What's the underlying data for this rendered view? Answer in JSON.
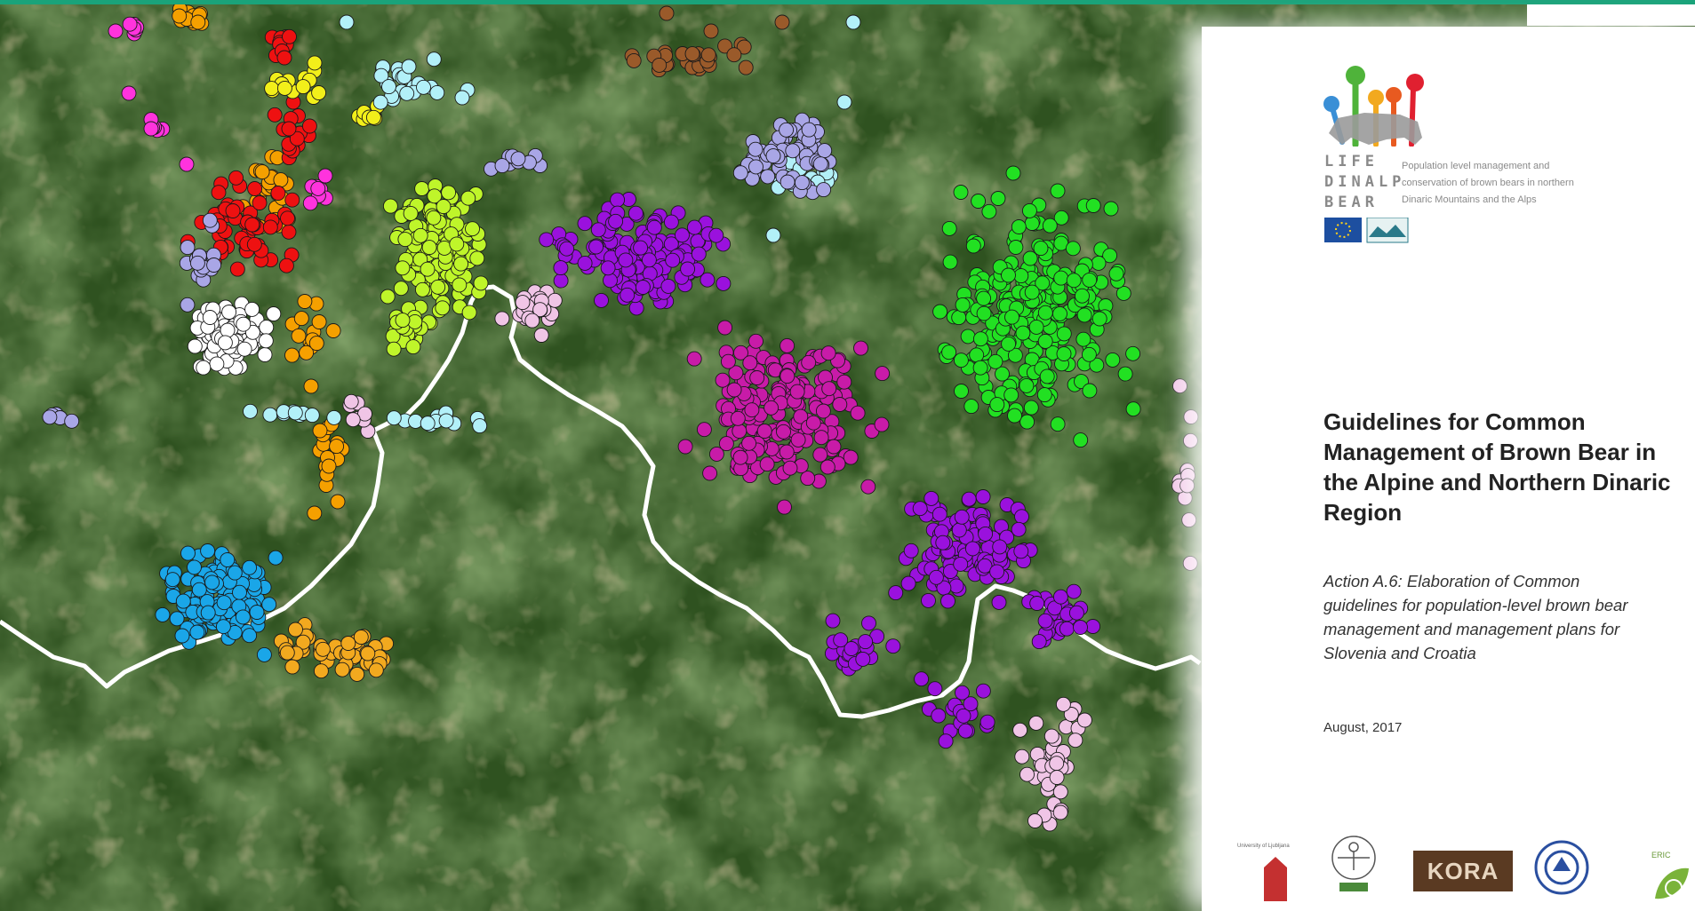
{
  "document": {
    "logo": {
      "line1": "LIFE",
      "line2": "DINALP",
      "line3": "BEAR"
    },
    "tagline": "Population level management and conservation of brown bears in northern Dinaric Mountains and the Alps",
    "title": "Guidelines for Common Management of Brown Bear in the Alpine and Northern Dinaric Region",
    "subtitle": "Action A.6: Elaboration of Common guidelines for population-level brown bear management and management plans for Slovenia and Croatia",
    "date": "August, 2017",
    "partners": {
      "university": "University of Ljubljana",
      "kora": "KORA",
      "right_edge": "ERIC"
    }
  },
  "map": {
    "colors": {
      "forest": "#2f5220",
      "border_line": "#ffffff",
      "top_bar": "#1aa37a",
      "document_bg": "#ffffff"
    },
    "clusters": [
      {
        "name": "magenta",
        "color": "#ff33dd"
      },
      {
        "name": "orange",
        "color": "#f5a000"
      },
      {
        "name": "red",
        "color": "#ee1111"
      },
      {
        "name": "yellow",
        "color": "#f2ef1a"
      },
      {
        "name": "light-cyan",
        "color": "#b2f0f8"
      },
      {
        "name": "brown",
        "color": "#9a5a2a"
      },
      {
        "name": "lavender",
        "color": "#a9a6e6"
      },
      {
        "name": "white",
        "color": "#ffffff"
      },
      {
        "name": "lime",
        "color": "#bff52a"
      },
      {
        "name": "violet",
        "color": "#9a11dd"
      },
      {
        "name": "pink",
        "color": "#f0c5e6"
      },
      {
        "name": "dark-magenta",
        "color": "#c81ba8"
      },
      {
        "name": "green",
        "color": "#22e022"
      },
      {
        "name": "sky-blue",
        "color": "#1aa6e8"
      },
      {
        "name": "gold",
        "color": "#f2a91f"
      }
    ]
  }
}
